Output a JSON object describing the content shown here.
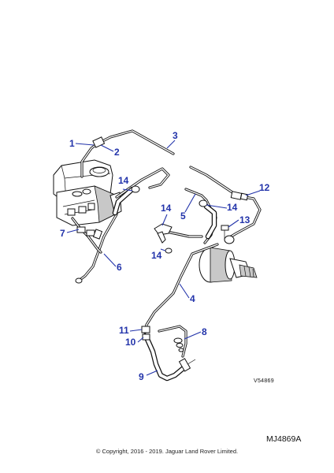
{
  "callouts": [
    {
      "id": "1",
      "label": "1"
    },
    {
      "id": "2",
      "label": "2"
    },
    {
      "id": "3",
      "label": "3"
    },
    {
      "id": "4",
      "label": "4"
    },
    {
      "id": "5",
      "label": "5"
    },
    {
      "id": "6",
      "label": "6"
    },
    {
      "id": "7",
      "label": "7"
    },
    {
      "id": "8",
      "label": "8"
    },
    {
      "id": "9",
      "label": "9"
    },
    {
      "id": "10",
      "label": "10"
    },
    {
      "id": "11",
      "label": "11"
    },
    {
      "id": "12",
      "label": "12"
    },
    {
      "id": "13",
      "label": "13"
    },
    {
      "id": "14a",
      "label": "14"
    },
    {
      "id": "14b",
      "label": "14"
    },
    {
      "id": "14c",
      "label": "14"
    },
    {
      "id": "14d",
      "label": "14"
    }
  ],
  "drawing_code": "V54869",
  "reference_code": "MJ4869A",
  "copyright": "© Copyright, 2016 - 2019. Jaguar Land Rover Limited.",
  "colors": {
    "callout": "#2233aa",
    "line": "#111111"
  }
}
